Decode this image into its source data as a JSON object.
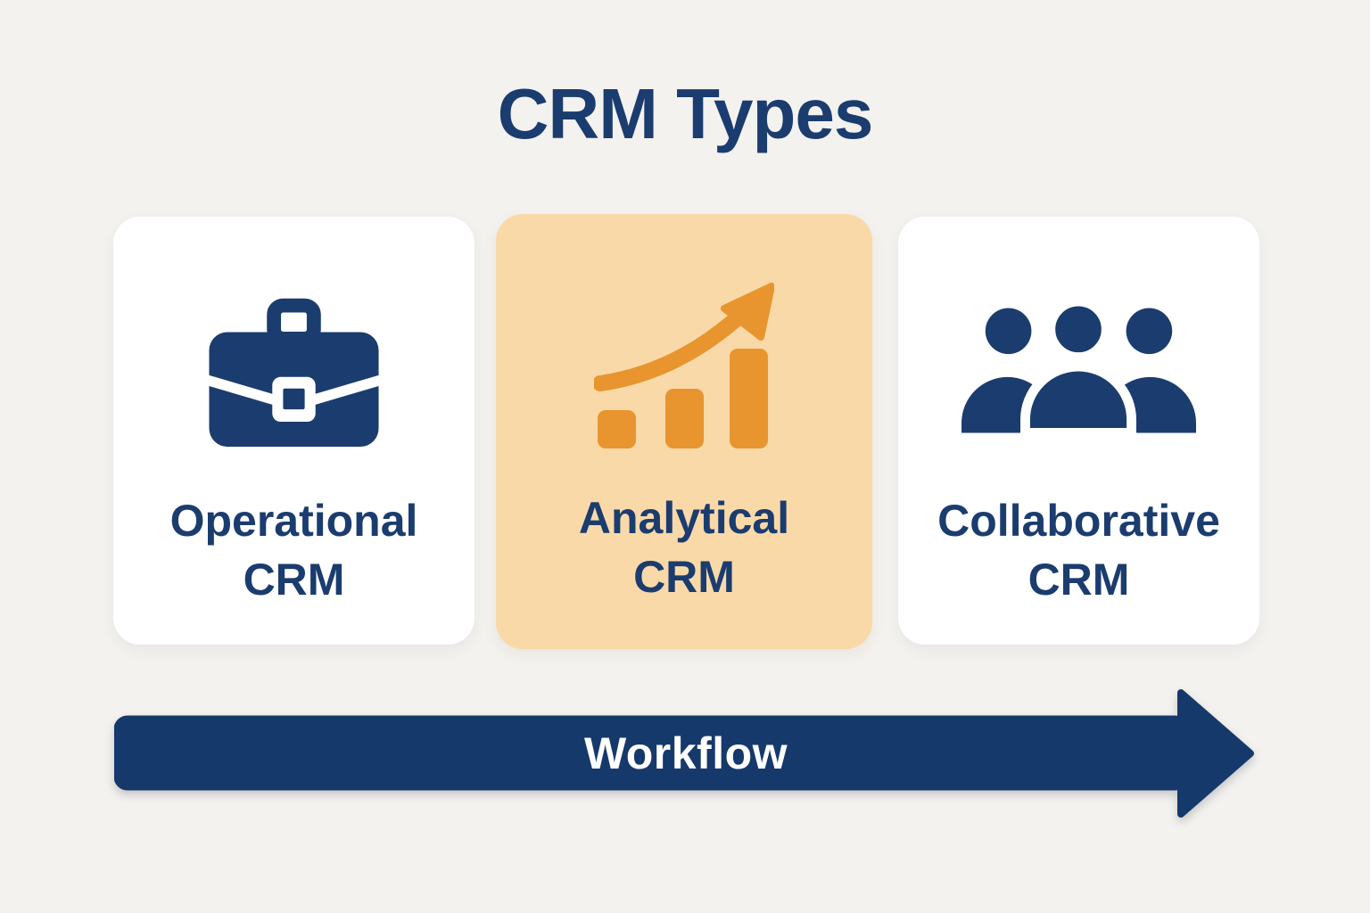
{
  "title": "CRM Types",
  "cards": [
    {
      "label_line1": "Operational",
      "label_line2": "CRM",
      "icon": "briefcase-icon",
      "highlighted": false
    },
    {
      "label_line1": "Analytical",
      "label_line2": "CRM",
      "icon": "bar-chart-growth-icon",
      "highlighted": true
    },
    {
      "label_line1": "Collaborative",
      "label_line2": "CRM",
      "icon": "people-group-icon",
      "highlighted": false
    }
  ],
  "workflow_arrow": {
    "label": "Workflow",
    "direction": "right"
  },
  "colors": {
    "navy": "#1b3c6e",
    "orange": "#e8952f",
    "peach_card": "#fad9a9",
    "background": "#f4f2ef",
    "card_white": "#ffffff",
    "arrow_navy": "#16396b",
    "workflow_text": "#ffffff"
  }
}
